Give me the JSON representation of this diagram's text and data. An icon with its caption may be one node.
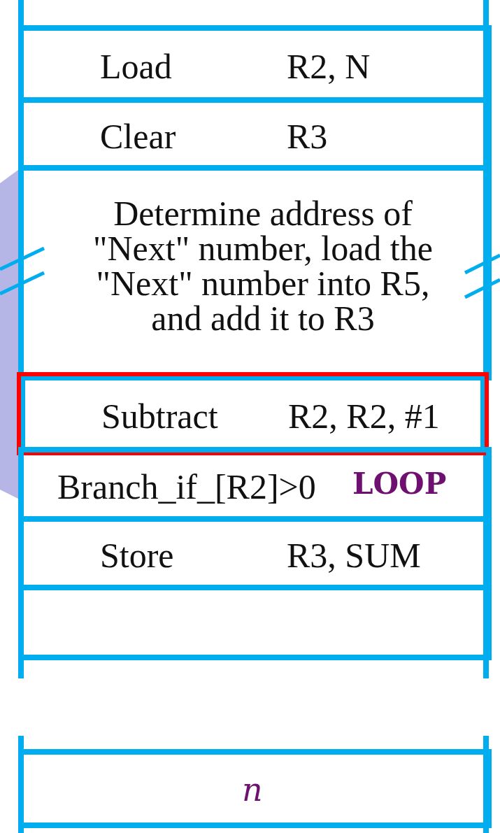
{
  "diagram": {
    "nodes": [
      {
        "text": [
          "Load",
          "R2, N"
        ]
      },
      {
        "text": [
          "Clear",
          "R3"
        ]
      },
      {
        "text": [
          "Determine address of \"Next\" number, load the \"Next\" number into R5, and add it to R3"
        ]
      },
      {
        "text": [
          "Subtract",
          "R2, R2, #1"
        ]
      },
      {
        "text": [
          "Branch_if_[R2]>0",
          "LOOP"
        ]
      },
      {
        "text": [
          "Store",
          "R3, SUM"
        ]
      },
      {
        "text": [],
        "shape": "box"
      },
      {
        "text": [
          "n"
        ]
      }
    ]
  }
}
